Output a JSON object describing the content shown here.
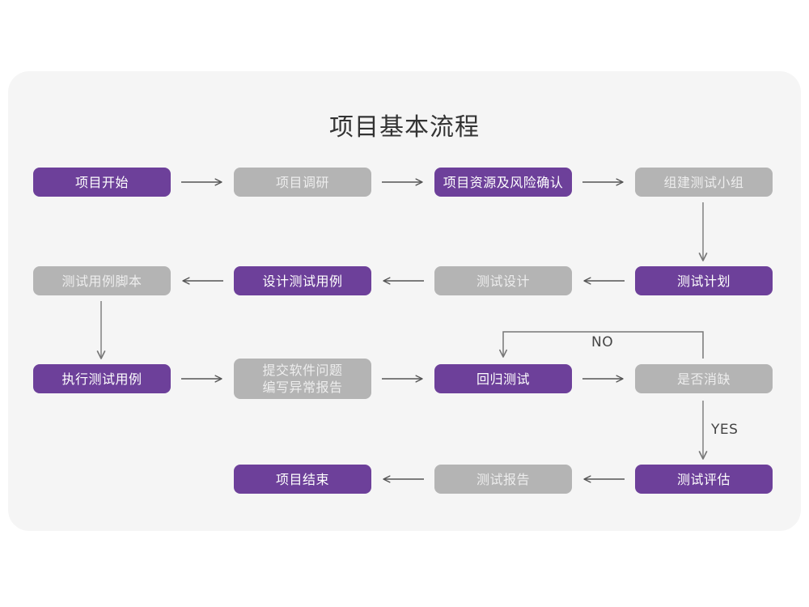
{
  "diagram": {
    "title": "项目基本流程",
    "colors": {
      "accent_purple": "#6d409a",
      "muted_gray": "#b4b4b4",
      "card_background": "#f5f5f5",
      "page_background": "#ffffff",
      "connector": "#555555",
      "title_text": "#333333"
    },
    "nodes": [
      {
        "id": "n1",
        "label": "项目开始",
        "style": "purple",
        "row": 1,
        "col": 1
      },
      {
        "id": "n2",
        "label": "项目调研",
        "style": "gray",
        "row": 1,
        "col": 2
      },
      {
        "id": "n3",
        "label": "项目资源及风险确认",
        "style": "purple",
        "row": 1,
        "col": 3
      },
      {
        "id": "n4",
        "label": "组建测试小组",
        "style": "gray",
        "row": 1,
        "col": 4
      },
      {
        "id": "n5",
        "label": "测试用例脚本",
        "style": "gray",
        "row": 2,
        "col": 1
      },
      {
        "id": "n6",
        "label": "设计测试用例",
        "style": "purple",
        "row": 2,
        "col": 2
      },
      {
        "id": "n7",
        "label": "测试设计",
        "style": "gray",
        "row": 2,
        "col": 3
      },
      {
        "id": "n8",
        "label": "测试计划",
        "style": "purple",
        "row": 2,
        "col": 4
      },
      {
        "id": "n9",
        "label": "执行测试用例",
        "style": "purple",
        "row": 3,
        "col": 1
      },
      {
        "id": "n10",
        "label": "提交软件问题\n编写异常报告",
        "style": "gray",
        "row": 3,
        "col": 2
      },
      {
        "id": "n11",
        "label": "回归测试",
        "style": "purple",
        "row": 3,
        "col": 3
      },
      {
        "id": "n12",
        "label": "是否消缺",
        "style": "gray",
        "row": 3,
        "col": 4
      },
      {
        "id": "n13",
        "label": "项目结束",
        "style": "purple",
        "row": 4,
        "col": 2
      },
      {
        "id": "n14",
        "label": "测试报告",
        "style": "gray",
        "row": 4,
        "col": 3
      },
      {
        "id": "n15",
        "label": "测试评估",
        "style": "purple",
        "row": 4,
        "col": 4
      }
    ],
    "edge_labels": {
      "no": "NO",
      "yes": "YES"
    }
  }
}
